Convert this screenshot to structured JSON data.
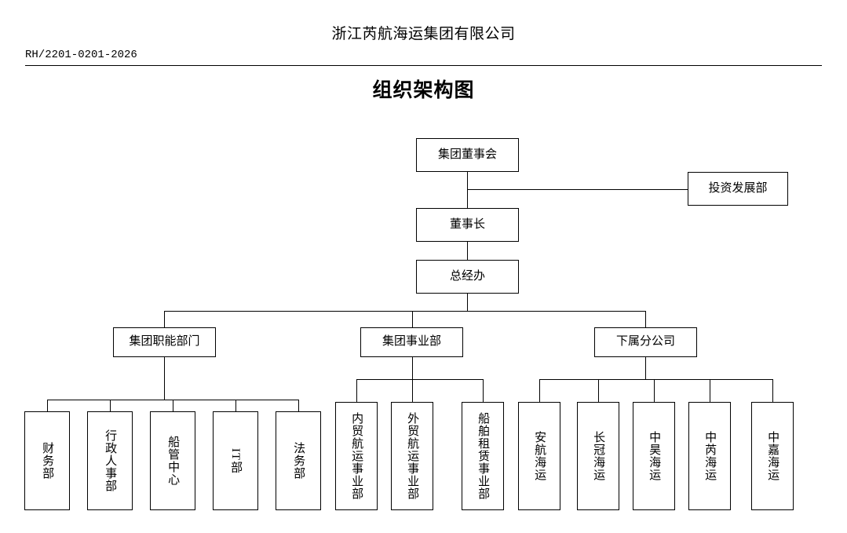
{
  "header": {
    "company_name": "浙江芮航海运集团有限公司",
    "doc_code": "RH/2201-0201-2026",
    "chart_title": "组织架构图"
  },
  "colors": {
    "line": "#000000",
    "text": "#000000",
    "background": "#ffffff"
  },
  "chart_data": {
    "type": "diagram",
    "title": "组织架构图",
    "nodes": {
      "board": "集团董事会",
      "investment": "投资发展部",
      "chairman": "董事长",
      "gm_office": "总经办",
      "functional_group": "集团职能部门",
      "business_group": "集团事业部",
      "subsidiary_group": "下属分公司"
    },
    "functional_departments": [
      "财务部",
      "行政人事部",
      "船管中心",
      "IT部",
      "法务部"
    ],
    "business_units": [
      "内贸航运事业部",
      "外贸航运事业部",
      "船舶租赁事业部"
    ],
    "subsidiaries": [
      "安航海运",
      "长冠海运",
      "中昊海运",
      "中芮海运",
      "中嘉海运"
    ]
  }
}
